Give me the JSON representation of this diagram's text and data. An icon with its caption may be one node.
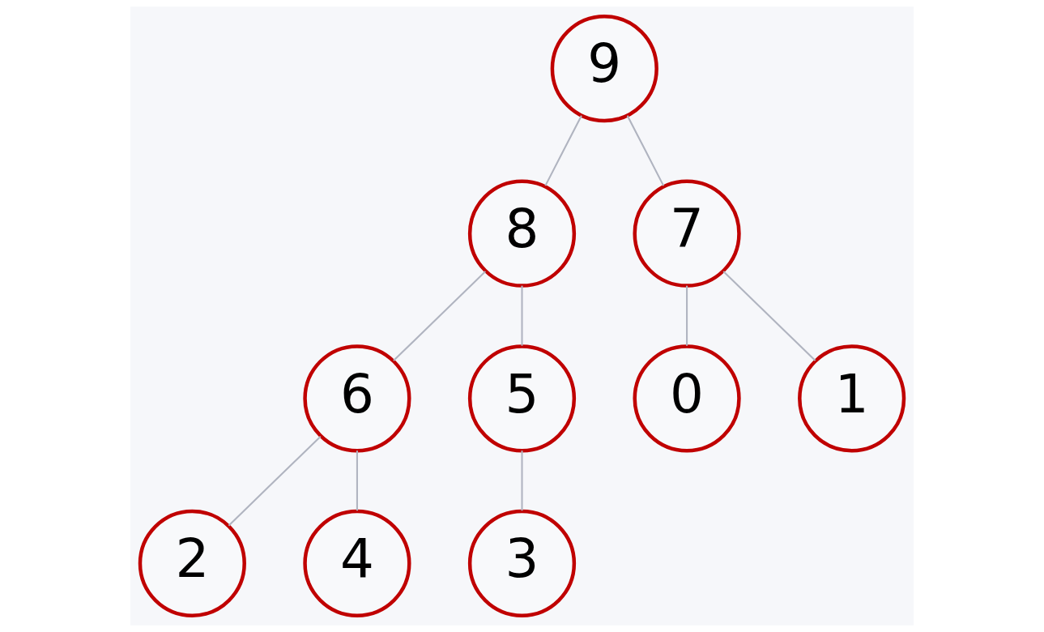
{
  "diagram": {
    "nodes": [
      {
        "text": [
          "9"
        ]
      },
      {
        "text": [
          "8"
        ]
      },
      {
        "text": [
          "7"
        ]
      },
      {
        "text": [
          "6"
        ]
      },
      {
        "text": [
          "5"
        ]
      },
      {
        "text": [
          "0"
        ]
      },
      {
        "text": [
          "1"
        ]
      },
      {
        "text": [
          "2"
        ]
      },
      {
        "text": [
          "4"
        ]
      },
      {
        "text": [
          "3"
        ]
      }
    ],
    "edges": [
      {
        "from": 0,
        "to": 1,
        "arrow": "none"
      },
      {
        "from": 0,
        "to": 2,
        "arrow": "none"
      },
      {
        "from": 1,
        "to": 3,
        "arrow": "none"
      },
      {
        "from": 1,
        "to": 4,
        "arrow": "none"
      },
      {
        "from": 2,
        "to": 5,
        "arrow": "none"
      },
      {
        "from": 2,
        "to": 6,
        "arrow": "none"
      },
      {
        "from": 3,
        "to": 7,
        "arrow": "none"
      },
      {
        "from": 3,
        "to": 8,
        "arrow": "none"
      },
      {
        "from": 4,
        "to": 9,
        "arrow": "none"
      }
    ]
  }
}
